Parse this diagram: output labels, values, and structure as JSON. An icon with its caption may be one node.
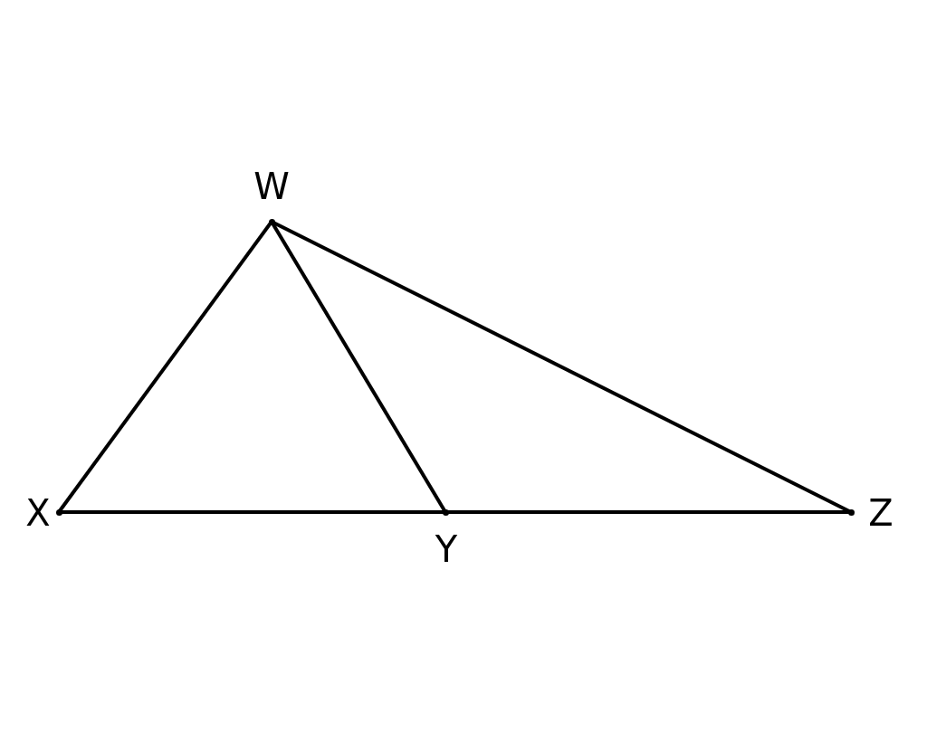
{
  "diagram": {
    "nodes": [
      {
        "text": [],
        "shape": "point",
        "beside": [
          "W"
        ]
      },
      {
        "text": [],
        "shape": "point",
        "beside": [
          "X"
        ]
      },
      {
        "text": [],
        "shape": "point",
        "beside": [
          "Y"
        ]
      },
      {
        "text": [],
        "shape": "point",
        "beside": [
          "Z"
        ]
      }
    ],
    "edges": [
      {
        "from": 0,
        "to": 1,
        "arrow": "none"
      },
      {
        "from": 0,
        "to": 2,
        "arrow": "none"
      },
      {
        "from": 0,
        "to": 3,
        "arrow": "none"
      },
      {
        "from": 1,
        "to": 2,
        "arrow": "none"
      },
      {
        "from": 2,
        "to": 3,
        "arrow": "none"
      }
    ]
  }
}
